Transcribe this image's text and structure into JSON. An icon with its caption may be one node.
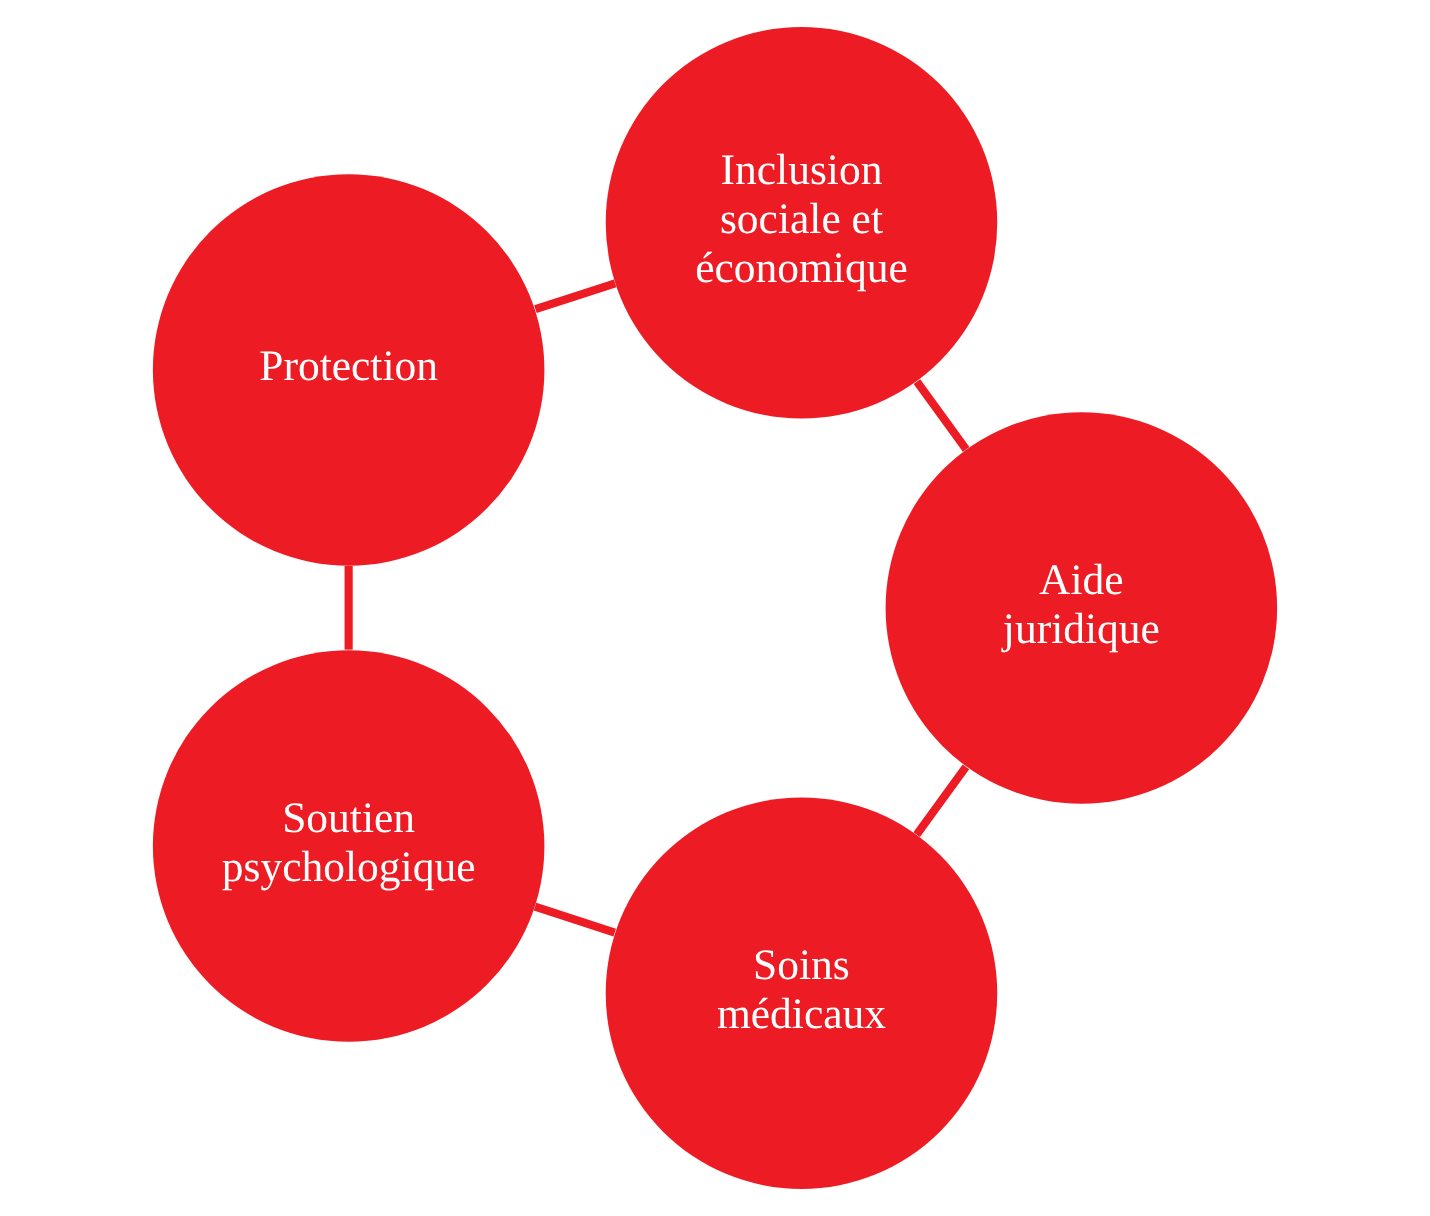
{
  "diagram": {
    "nodes": [
      {
        "text": [
          "Soins médicaux"
        ]
      },
      {
        "text": [
          "Aide juridique"
        ]
      },
      {
        "text": [
          "Soutien psychologique"
        ]
      },
      {
        "text": [
          "Inclusion sociale et économique"
        ]
      },
      {
        "text": [
          "Protection"
        ]
      }
    ],
    "edges": [
      {
        "from": 0,
        "to": 2,
        "arrow": "none"
      },
      {
        "from": 2,
        "to": 4,
        "arrow": "none"
      },
      {
        "from": 4,
        "to": 3,
        "arrow": "none"
      },
      {
        "from": 3,
        "to": 1,
        "arrow": "none"
      },
      {
        "from": 1,
        "to": 0,
        "arrow": "none"
      }
    ]
  }
}
